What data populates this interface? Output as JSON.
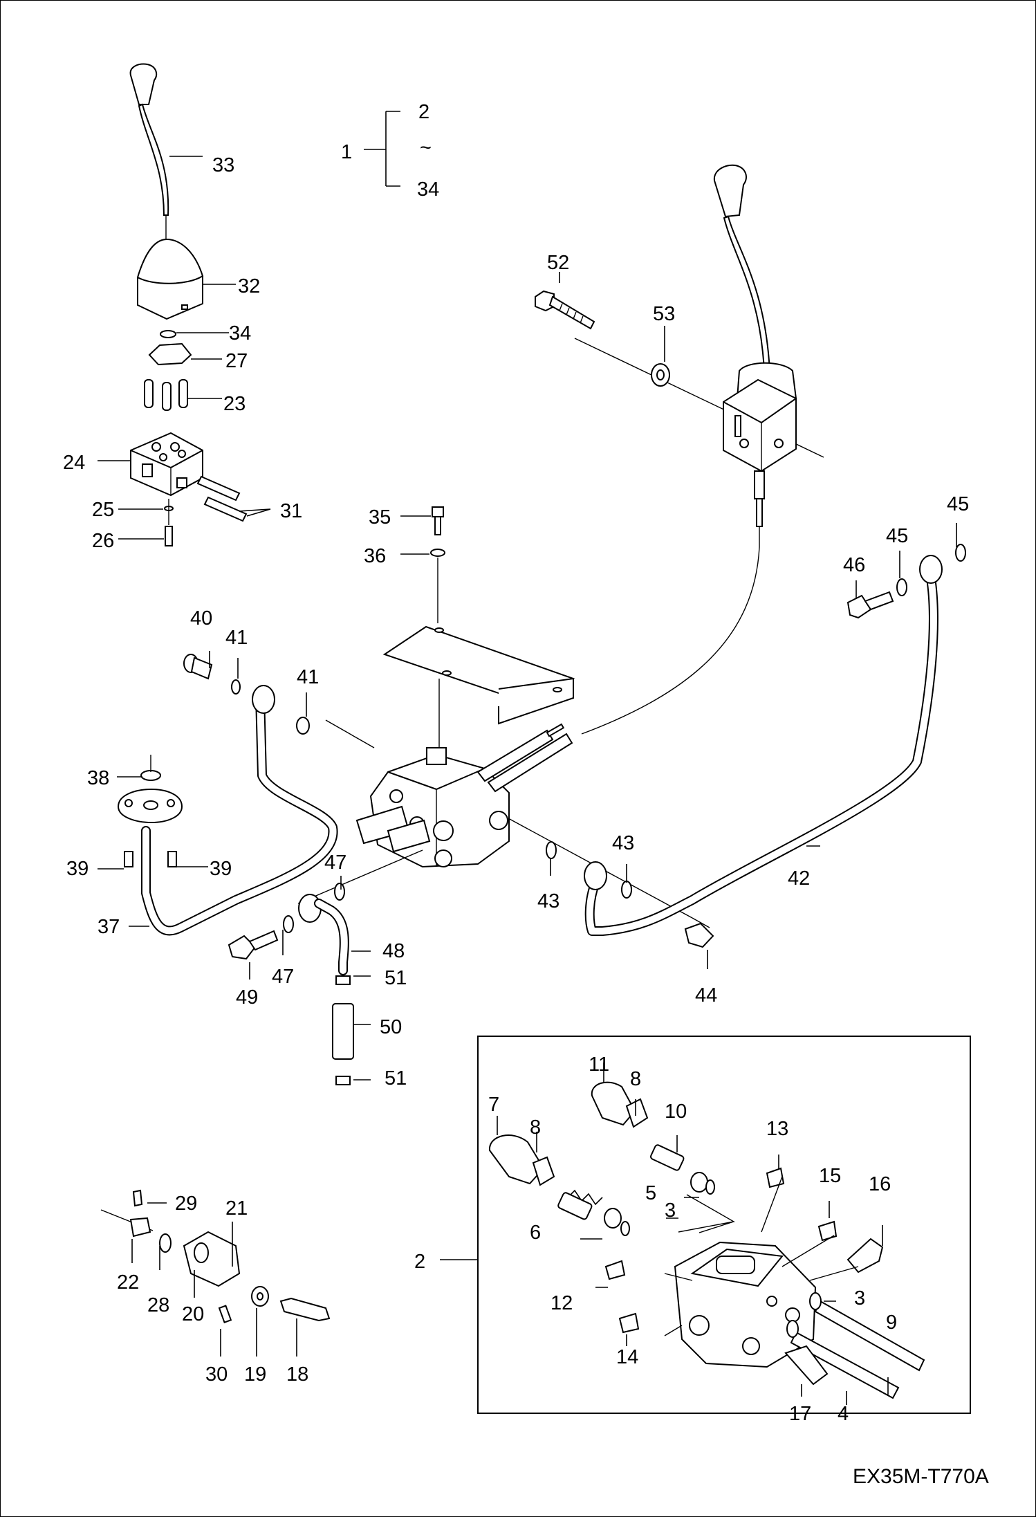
{
  "drawing_code": "EX35M-T770A",
  "assembly_bracket": {
    "parent": "1",
    "first": "2",
    "tilde": "~",
    "last": "34"
  },
  "callouts": {
    "c2": "2",
    "c3a": "3",
    "c3b": "3",
    "c4": "4",
    "c5": "5",
    "c6": "6",
    "c7": "7",
    "c8a": "8",
    "c8b": "8",
    "c9": "9",
    "c10": "10",
    "c11": "11",
    "c12": "12",
    "c13": "13",
    "c14": "14",
    "c15": "15",
    "c16": "16",
    "c17": "17",
    "c18": "18",
    "c19": "19",
    "c20": "20",
    "c21": "21",
    "c22": "22",
    "c23": "23",
    "c24": "24",
    "c25": "25",
    "c26": "26",
    "c27": "27",
    "c28": "28",
    "c29": "29",
    "c30": "30",
    "c31": "31",
    "c32": "32",
    "c33": "33",
    "c34": "34",
    "c35": "35",
    "c36": "36",
    "c37": "37",
    "c38": "38",
    "c39a": "39",
    "c39b": "39",
    "c40": "40",
    "c41a": "41",
    "c41b": "41",
    "c42": "42",
    "c43a": "43",
    "c43b": "43",
    "c44": "44",
    "c45a": "45",
    "c45b": "45",
    "c46": "46",
    "c47a": "47",
    "c47b": "47",
    "c48": "48",
    "c49": "49",
    "c50": "50",
    "c51a": "51",
    "c51b": "51",
    "c52": "52",
    "c53": "53"
  }
}
